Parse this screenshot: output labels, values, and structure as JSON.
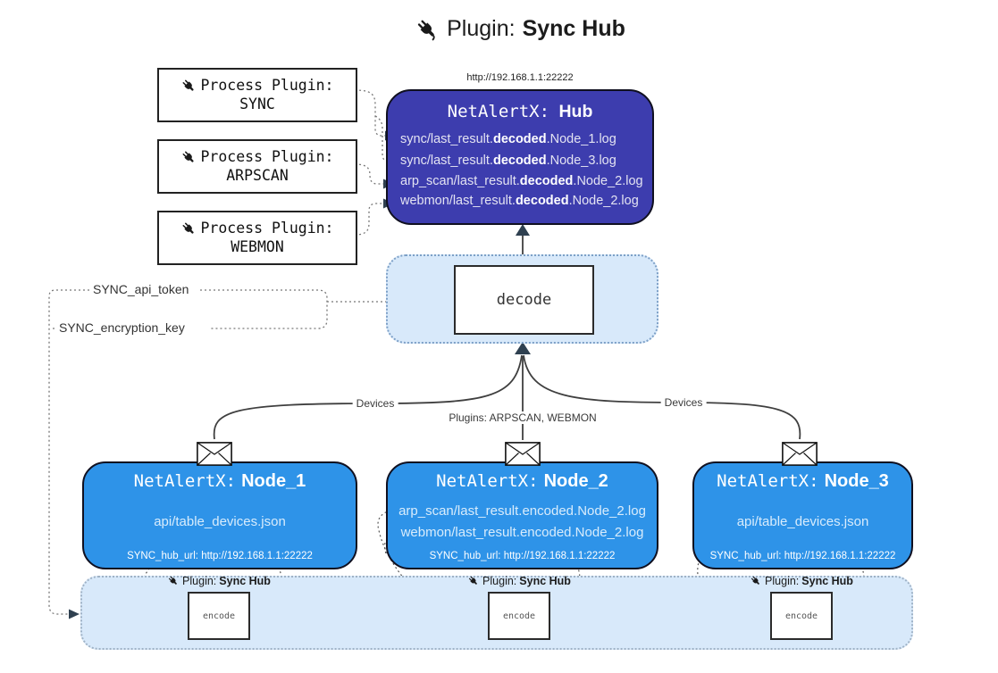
{
  "title": {
    "prefix": "Plugin:",
    "name": "Sync Hub"
  },
  "process_plugins": [
    {
      "label": "Process Plugin:",
      "name": "SYNC"
    },
    {
      "label": "Process Plugin:",
      "name": "ARPSCAN"
    },
    {
      "label": "Process Plugin:",
      "name": "WEBMON"
    }
  ],
  "hub": {
    "url": "http://192.168.1.1:22222",
    "title_prefix": "NetAlertX:",
    "title_name": "Hub",
    "logs": [
      {
        "pre": "sync/last_result.",
        "bold": "decoded",
        "post": ".Node_1.log"
      },
      {
        "pre": "sync/last_result.",
        "bold": "decoded",
        "post": ".Node_3.log"
      },
      {
        "pre": "arp_scan/last_result.",
        "bold": "decoded",
        "post": ".Node_2.log"
      },
      {
        "pre": "webmon/last_result.",
        "bold": "decoded",
        "post": ".Node_2.log"
      }
    ]
  },
  "decode_label": "decode",
  "secrets": {
    "api_token": "SYNC_api_token",
    "encryption_key": "SYNC_encryption_key"
  },
  "edge_labels": {
    "devices_left": "Devices",
    "devices_right": "Devices",
    "plugins_mid": "Plugins: ARPSCAN, WEBMON"
  },
  "nodes": [
    {
      "title_prefix": "NetAlertX:",
      "title_name": "Node_1",
      "lines": [
        "api/table_devices.json"
      ],
      "hub_url": "SYNC_hub_url: http://192.168.1.1:22222"
    },
    {
      "title_prefix": "NetAlertX:",
      "title_name": "Node_2",
      "lines": [
        "arp_scan/last_result.encoded.Node_2.log",
        "webmon/last_result.encoded.Node_2.log"
      ],
      "hub_url": "SYNC_hub_url: http://192.168.1.1:22222"
    },
    {
      "title_prefix": "NetAlertX:",
      "title_name": "Node_3",
      "lines": [
        "api/table_devices.json"
      ],
      "hub_url": "SYNC_hub_url: http://192.168.1.1:22222"
    }
  ],
  "encode_sections": [
    {
      "plugin_prefix": "Plugin:",
      "plugin_name": "Sync Hub",
      "box_label": "encode"
    },
    {
      "plugin_prefix": "Plugin:",
      "plugin_name": "Sync Hub",
      "box_label": "encode"
    },
    {
      "plugin_prefix": "Plugin:",
      "plugin_name": "Sync Hub",
      "box_label": "encode"
    }
  ],
  "colors": {
    "hub_fill": "#3d3dae",
    "node_fill": "#2e93e8",
    "panel_fill": "#d8e9fa",
    "panel_border": "#7da0c7",
    "solid_line": "#3f3f3f",
    "dotted_line": "#777777",
    "arrow_dark": "#2f4050",
    "text_on_blue": "#e3e3f2"
  }
}
